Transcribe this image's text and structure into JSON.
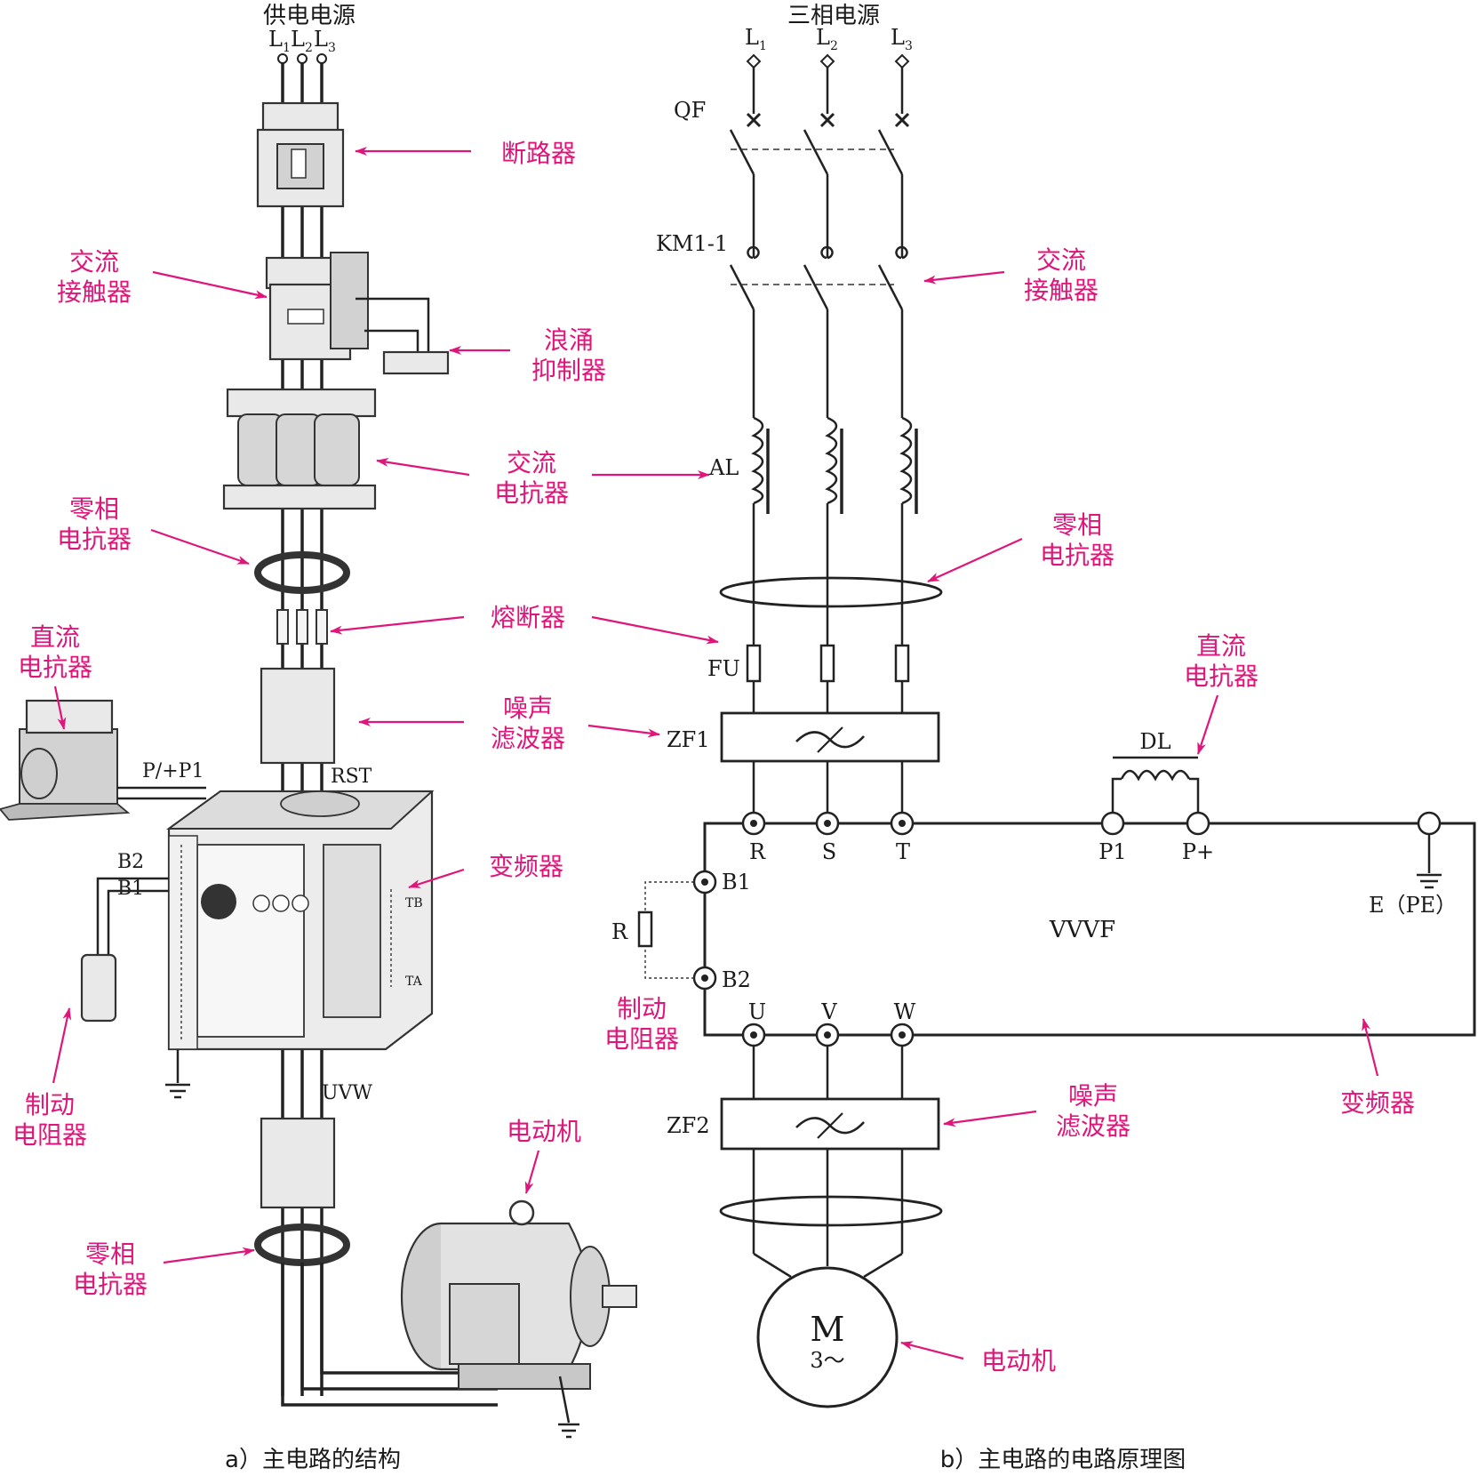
{
  "colors": {
    "label": "#e0157a",
    "line": "#222222"
  },
  "left": {
    "supply_title": "供电电源",
    "phase_l": "L",
    "phase_sub": [
      "1",
      "2",
      "3"
    ],
    "callouts": {
      "breaker": "断路器",
      "contactor": [
        "交流",
        "接触器"
      ],
      "surge": [
        "浪涌",
        "抑制器"
      ],
      "ac_reactor": [
        "交流",
        "电抗器"
      ],
      "zero_phase_top": [
        "零相",
        "电抗器"
      ],
      "fuse": "熔断器",
      "dc_reactor": [
        "直流",
        "电抗器"
      ],
      "noise_filter": [
        "噪声",
        "滤波器"
      ],
      "inverter": "变频器",
      "brake_resistor": [
        "制动",
        "电阻器"
      ],
      "zero_phase_bottom": [
        "零相",
        "电抗器"
      ],
      "motor": "电动机"
    },
    "terminals": {
      "pp1": "P/+P1",
      "rst": "RST",
      "b2": "B2",
      "b1": "B1",
      "uvw": "UVW",
      "tb": "TB",
      "ta": "TA"
    },
    "caption": "a）主电路的结构"
  },
  "right": {
    "supply_title": "三相电源",
    "phase_l": "L",
    "phase_sub": [
      "1",
      "2",
      "3"
    ],
    "labels": {
      "qf": "QF",
      "km": "KM1-1",
      "al": "AL",
      "fu": "FU",
      "zf1": "ZF1",
      "zf2": "ZF2",
      "dl": "DL",
      "r": "R",
      "s": "S",
      "t": "T",
      "p1": "P1",
      "pplus": "P+",
      "b1": "B1",
      "b2": "B2",
      "res_r": "R",
      "u": "U",
      "v": "V",
      "w": "W",
      "vvvf": "VVVF",
      "pe": "E（PE）",
      "motor_m": "M",
      "motor_3": "3～"
    },
    "callouts": {
      "contactor": [
        "交流",
        "接触器"
      ],
      "zero_phase": [
        "零相",
        "电抗器"
      ],
      "dc_reactor": [
        "直流",
        "电抗器"
      ],
      "brake_resistor": [
        "制动",
        "电阻器"
      ],
      "inverter": "变频器",
      "noise_filter": [
        "噪声",
        "滤波器"
      ],
      "motor": "电动机"
    },
    "caption": "b）主电路的电路原理图"
  }
}
